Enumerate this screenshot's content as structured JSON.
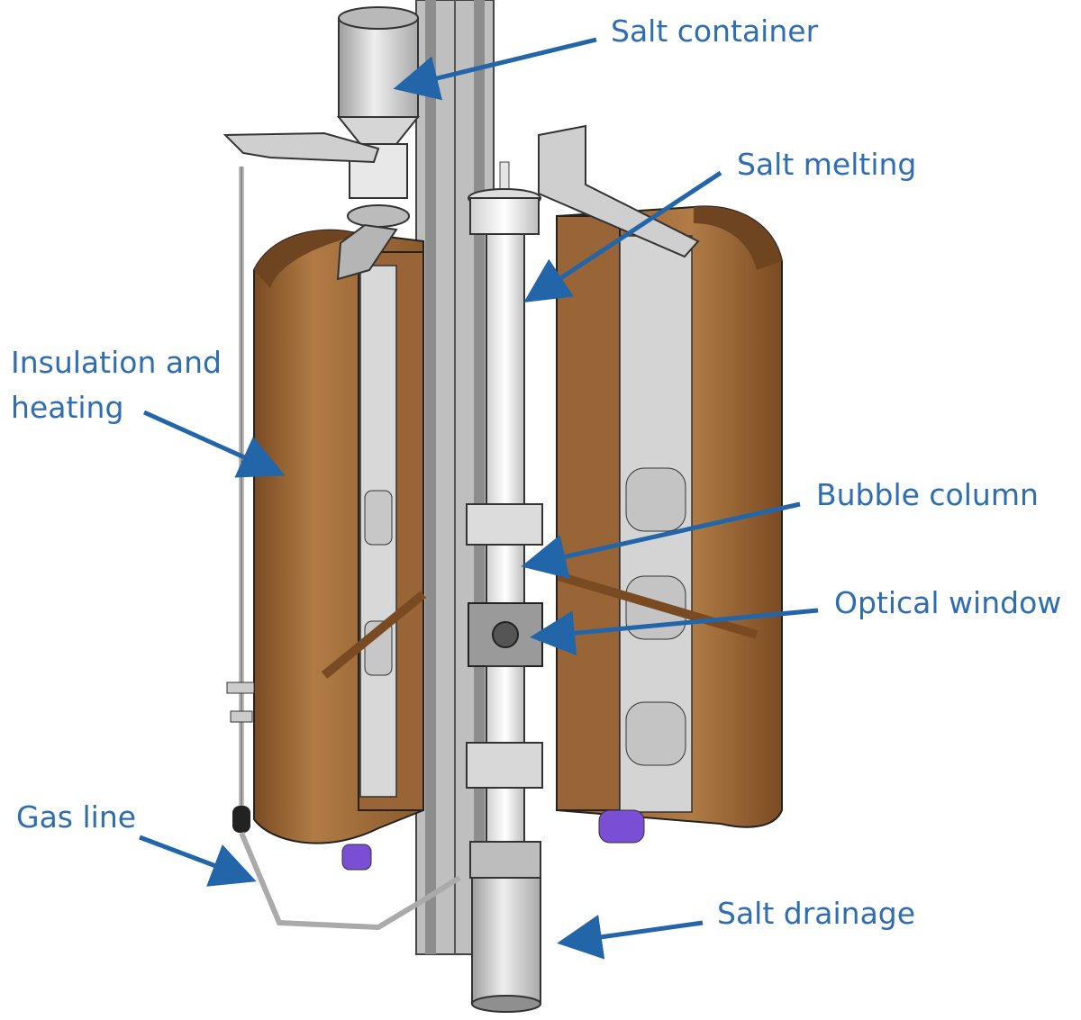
{
  "labels": {
    "salt_container": "Salt container",
    "salt_melting": "Salt melting",
    "insulation_line1": "Insulation and",
    "insulation_line2": "heating",
    "bubble_column": "Bubble column",
    "optical_window": "Optical window",
    "gas_line": "Gas line",
    "salt_drainage": "Salt drainage"
  },
  "colors": {
    "label_text": "#2f6db3",
    "arrow": "#2265a8",
    "insulation": "#a06b39",
    "insulation_dark": "#6e4421",
    "steel": "#c9c9c9",
    "heater_clamp": "#7a4fd6"
  }
}
